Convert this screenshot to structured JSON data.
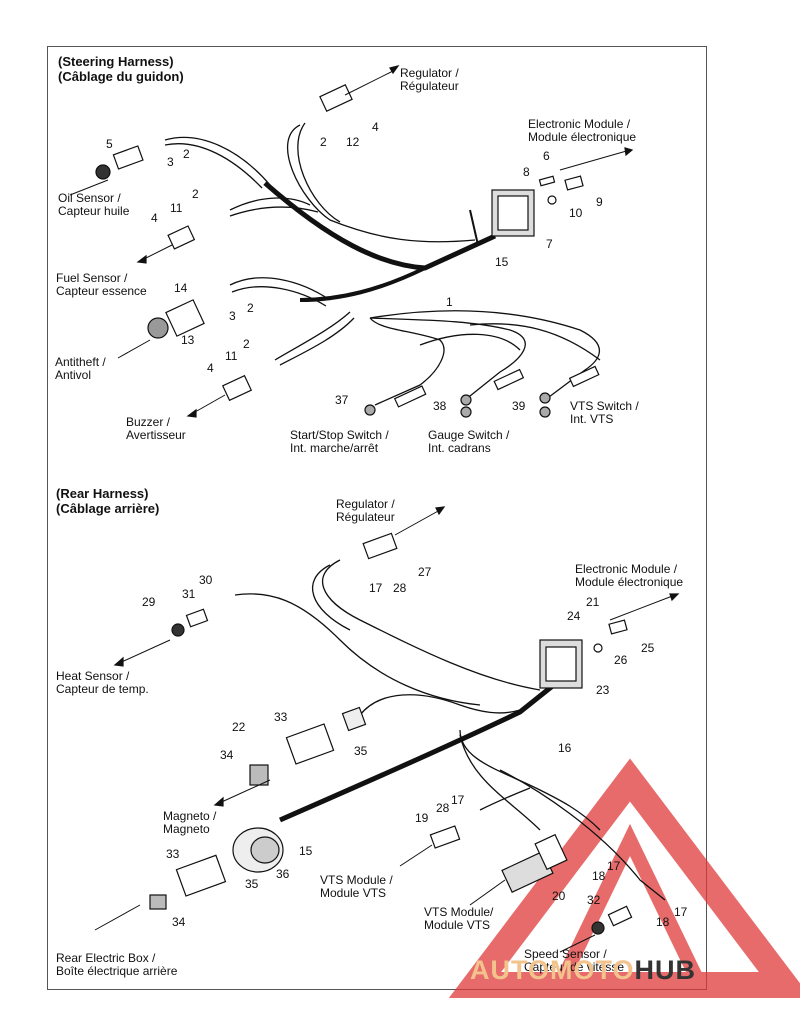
{
  "sections": {
    "steering": {
      "title_en": "(Steering Harness)",
      "title_fr": "(Câblage du guidon)"
    },
    "rear": {
      "title_en": "(Rear Harness)",
      "title_fr": "(Câblage arrière)"
    }
  },
  "labels": {
    "regulator_top": [
      "Regulator /",
      "Régulateur"
    ],
    "emodule_top": [
      "Electronic Module /",
      "Module électronique"
    ],
    "oil_sensor": [
      "Oil Sensor /",
      "Capteur huile"
    ],
    "fuel_sensor": [
      "Fuel Sensor /",
      "Capteur essence"
    ],
    "antitheft": [
      "Antitheft /",
      "Antivol"
    ],
    "buzzer": [
      "Buzzer /",
      "Avertisseur"
    ],
    "start_stop": [
      "Start/Stop Switch /",
      "Int. marche/arrêt"
    ],
    "gauge_switch": [
      "Gauge Switch /",
      "Int. cadrans"
    ],
    "vts_switch": [
      "VTS Switch /",
      "Int. VTS"
    ],
    "regulator_rear": [
      "Regulator /",
      "Régulateur"
    ],
    "emodule_rear": [
      "Electronic Module /",
      "Module électronique"
    ],
    "heat_sensor": [
      "Heat Sensor /",
      "Capteur de temp."
    ],
    "magneto": [
      "Magneto /",
      "Magneto"
    ],
    "vts_module_1": [
      "VTS Module /",
      "Module VTS"
    ],
    "vts_module_2": [
      "VTS Module/",
      "Module VTS"
    ],
    "rear_box": [
      "Rear Electric Box /",
      "Boîte électrique arrière"
    ],
    "speed_sensor": [
      "Speed Sensor /",
      "Capteur de vitesse"
    ]
  },
  "part_numbers": {
    "top": [
      "4",
      "2",
      "12",
      "5",
      "3",
      "2",
      "6",
      "8",
      "9",
      "10",
      "2",
      "11",
      "4",
      "7",
      "15",
      "1",
      "14",
      "2",
      "3",
      "13",
      "2",
      "11",
      "4",
      "37",
      "38",
      "39"
    ],
    "bottom": [
      "27",
      "17",
      "28",
      "21",
      "24",
      "25",
      "26",
      "30",
      "31",
      "29",
      "23",
      "22",
      "33",
      "35",
      "34",
      "16",
      "17",
      "28",
      "19",
      "15",
      "33",
      "36",
      "35",
      "17",
      "18",
      "20",
      "32",
      "18",
      "17",
      "34"
    ]
  },
  "watermark": {
    "part1": "AUTOMOTO",
    "part2": "HUB",
    "color_logo": "#e03a3a"
  },
  "colors": {
    "wire": "#111111",
    "frame": "#555555"
  }
}
